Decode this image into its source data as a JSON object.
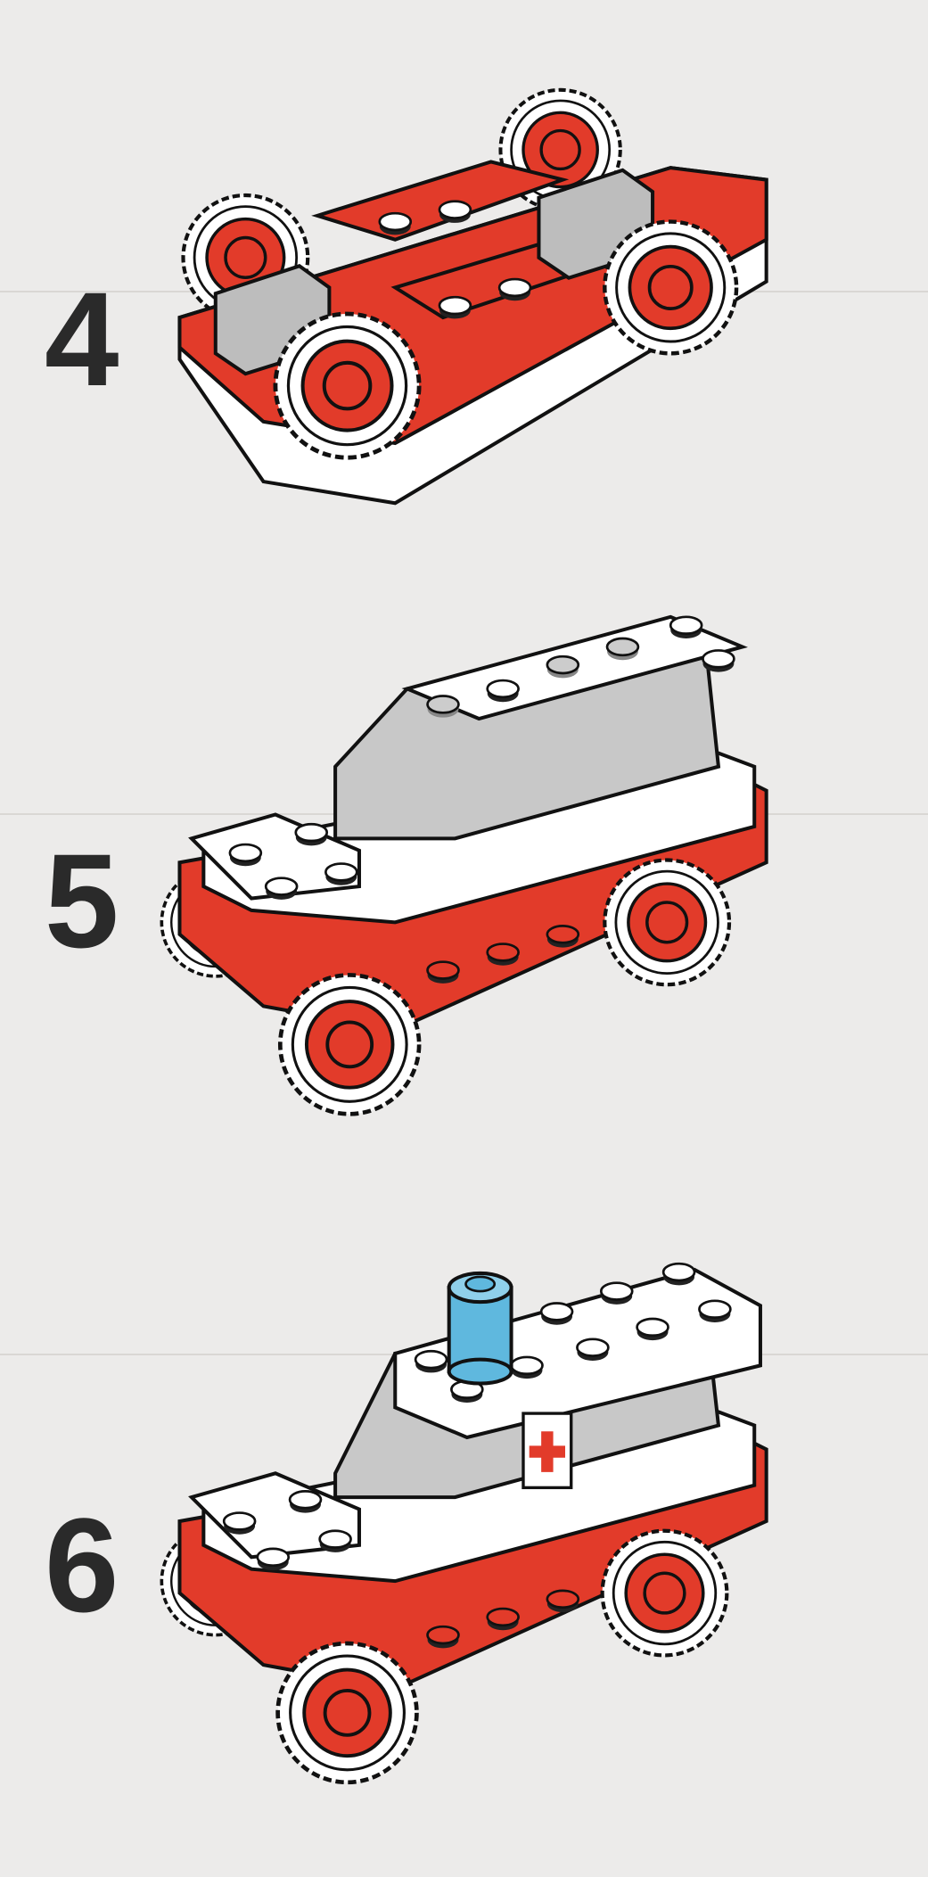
{
  "steps": [
    {
      "number": "4"
    },
    {
      "number": "5"
    },
    {
      "number": "6"
    }
  ],
  "colors": {
    "brick_red": "#e23b2a",
    "brick_white": "#ffffff",
    "brick_gray": "#bdbdbd",
    "light_blue": "#5fb8de",
    "outline": "#1a1a1a",
    "paper": "#ecebea"
  }
}
